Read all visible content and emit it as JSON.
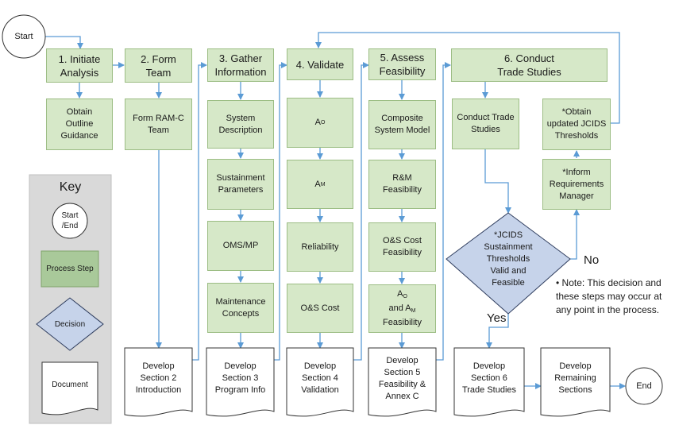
{
  "start": "Start",
  "end": "End",
  "key": {
    "title": "Key",
    "start_end": "Start\n/End",
    "process_step": "Process Step",
    "decision": "Decision",
    "document": "Document"
  },
  "phases": [
    {
      "header": "1. Initiate\nAnalysis",
      "steps": [
        "Obtain\nOutline\nGuidance"
      ]
    },
    {
      "header": "2.  Form\nTeam",
      "steps": [
        "Form RAM-C\nTeam"
      ],
      "document": "Develop\nSection  2\nIntroduction"
    },
    {
      "header": "3. Gather\nInformation",
      "steps": [
        "System\nDescription",
        "Sustainment\nParameters",
        "OMS/MP",
        "Maintenance\nConcepts"
      ],
      "document": "Develop\nSection  3\nProgram Info"
    },
    {
      "header": "4. Validate",
      "steps": [
        "A",
        "A",
        "Reliability",
        "O&S Cost"
      ],
      "document": "Develop\nSection  4\nValidation"
    },
    {
      "header": "5. Assess\nFeasibility",
      "steps": [
        "Composite\nSystem Model",
        "R&M\nFeasibility",
        "O&S Cost\nFeasibility",
        "A\nand A\nFeasibility"
      ],
      "document": "Develop\nSection 5\nFeasibility &\nAnnex C"
    },
    {
      "header": "6. Conduct\nTrade Studies",
      "steps": [
        "Conduct Trade\nStudies",
        "*Obtain\nupdated  JCIDS\nThresholds",
        "*Inform\nRequirements\nManager"
      ],
      "document": "Develop\nSection 6\nTrade Studies"
    }
  ],
  "subscripts": {
    "o": "O",
    "m": "M"
  },
  "decision_text": "*JCIDS\nSustainment\nThresholds\nValid and\nFeasible",
  "yes_label": "Yes",
  "no_label": "No",
  "note": "Note: This decision and these steps may occur at any point in the process.",
  "final_document": "Develop\nRemaining\nSections",
  "colors": {
    "process_fill": "#d6e8c8",
    "decision_fill": "#c6d3ea",
    "arrow": "#5b9bd5"
  }
}
